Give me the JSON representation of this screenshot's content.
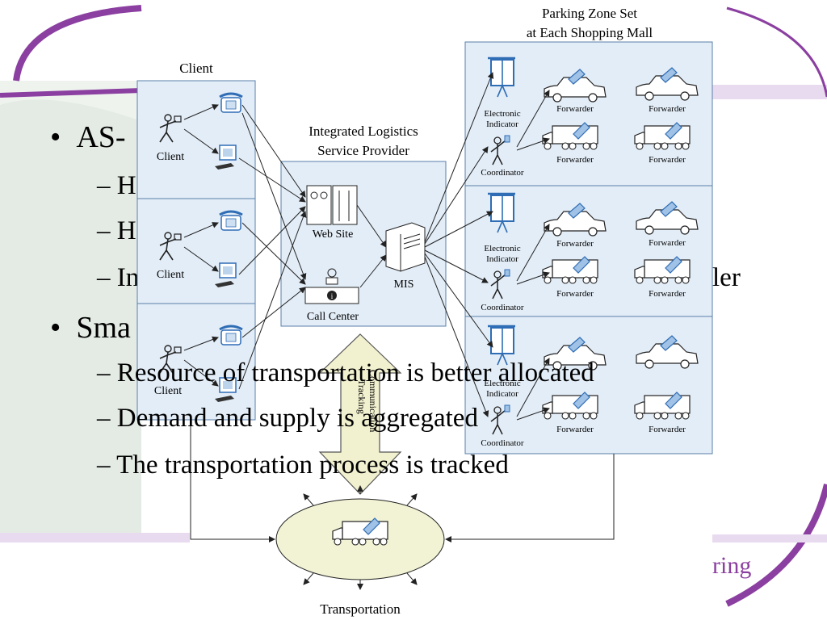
{
  "slide": {
    "bullets": [
      {
        "marker": "•",
        "text": "AS-",
        "level": 1
      },
      {
        "marker": "–",
        "text": "H",
        "level": 2
      },
      {
        "marker": "–",
        "text": "H",
        "level": 2
      },
      {
        "marker": "–",
        "text": "In",
        "level": 2
      },
      {
        "marker": "•",
        "text": "Sma",
        "level": 1
      },
      {
        "marker": "–",
        "text": "Resource of transportation is better allocated",
        "level": 2
      },
      {
        "marker": "–",
        "text": "Demand and supply is aggregated",
        "level": 2
      },
      {
        "marker": "–",
        "text": "The transportation process is tracked",
        "level": 2
      }
    ],
    "partial_right_text": "ler",
    "footer_partial": "ring"
  },
  "diagram": {
    "client_title": "Client",
    "client_label": "Client",
    "ilsp_title_line1": "Integrated Logistics",
    "ilsp_title_line2": "Service Provider",
    "web_site_label": "Web Site",
    "call_center_label": "Call Center",
    "mis_label": "MIS",
    "parking_title_line1": "Parking Zone Set",
    "parking_title_line2": "at Each Shopping Mall",
    "electronic_indicator_line1": "Electronic",
    "electronic_indicator_line2": "Indicator",
    "coordinator_label": "Coordinator",
    "forwarder_label": "Forwarder",
    "arrow_text_line1": "Tracking",
    "arrow_text_line2": "Communication",
    "transportation_label": "Transportation",
    "colors": {
      "panel_fill": "#e3edf7",
      "panel_stroke": "#5a7fa8",
      "arrow_fill": "#f1f0cf",
      "ellipse_fill": "#f2f2d4",
      "purple_swoosh": "#8b3fa0",
      "purple_band": "#e9dbef",
      "icon_blue": "#2f6db5"
    }
  }
}
